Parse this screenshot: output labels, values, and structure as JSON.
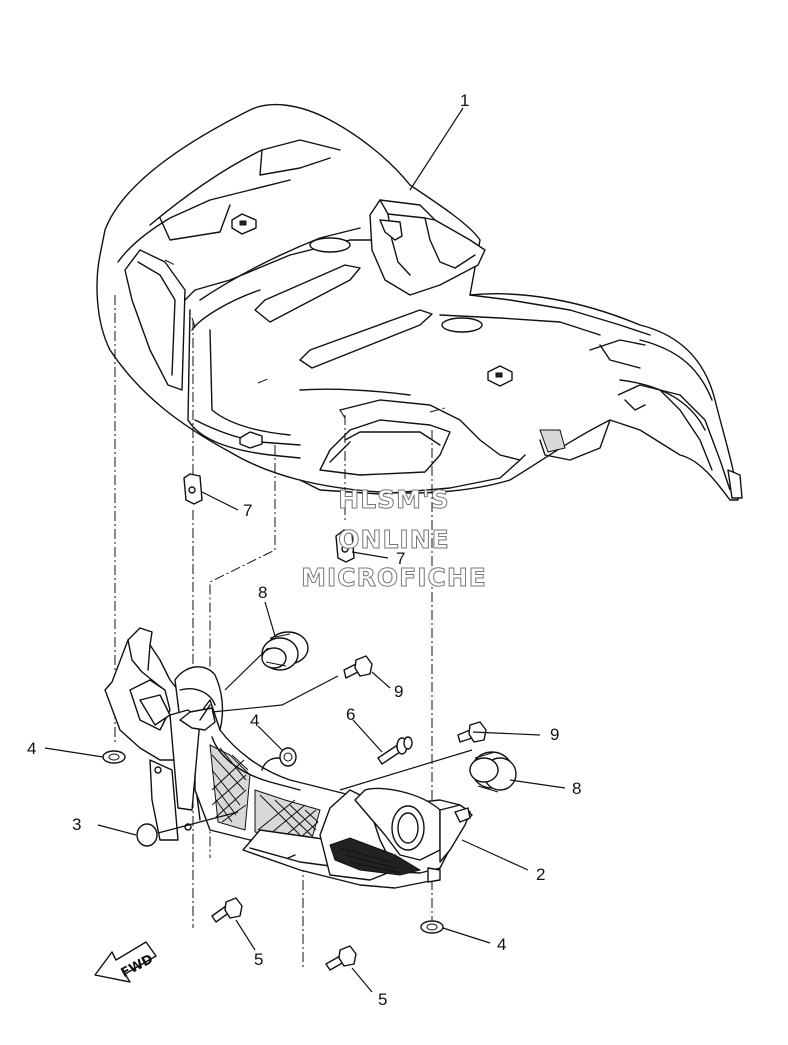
{
  "callouts": [
    "1",
    "2",
    "3",
    "4",
    "4",
    "4",
    "5",
    "5",
    "6",
    "7",
    "7",
    "8",
    "8",
    "9",
    "9"
  ],
  "watermark": [
    "HLSM'S",
    "ONLINE",
    "MICROFICHE"
  ],
  "direction_label": "FWD"
}
